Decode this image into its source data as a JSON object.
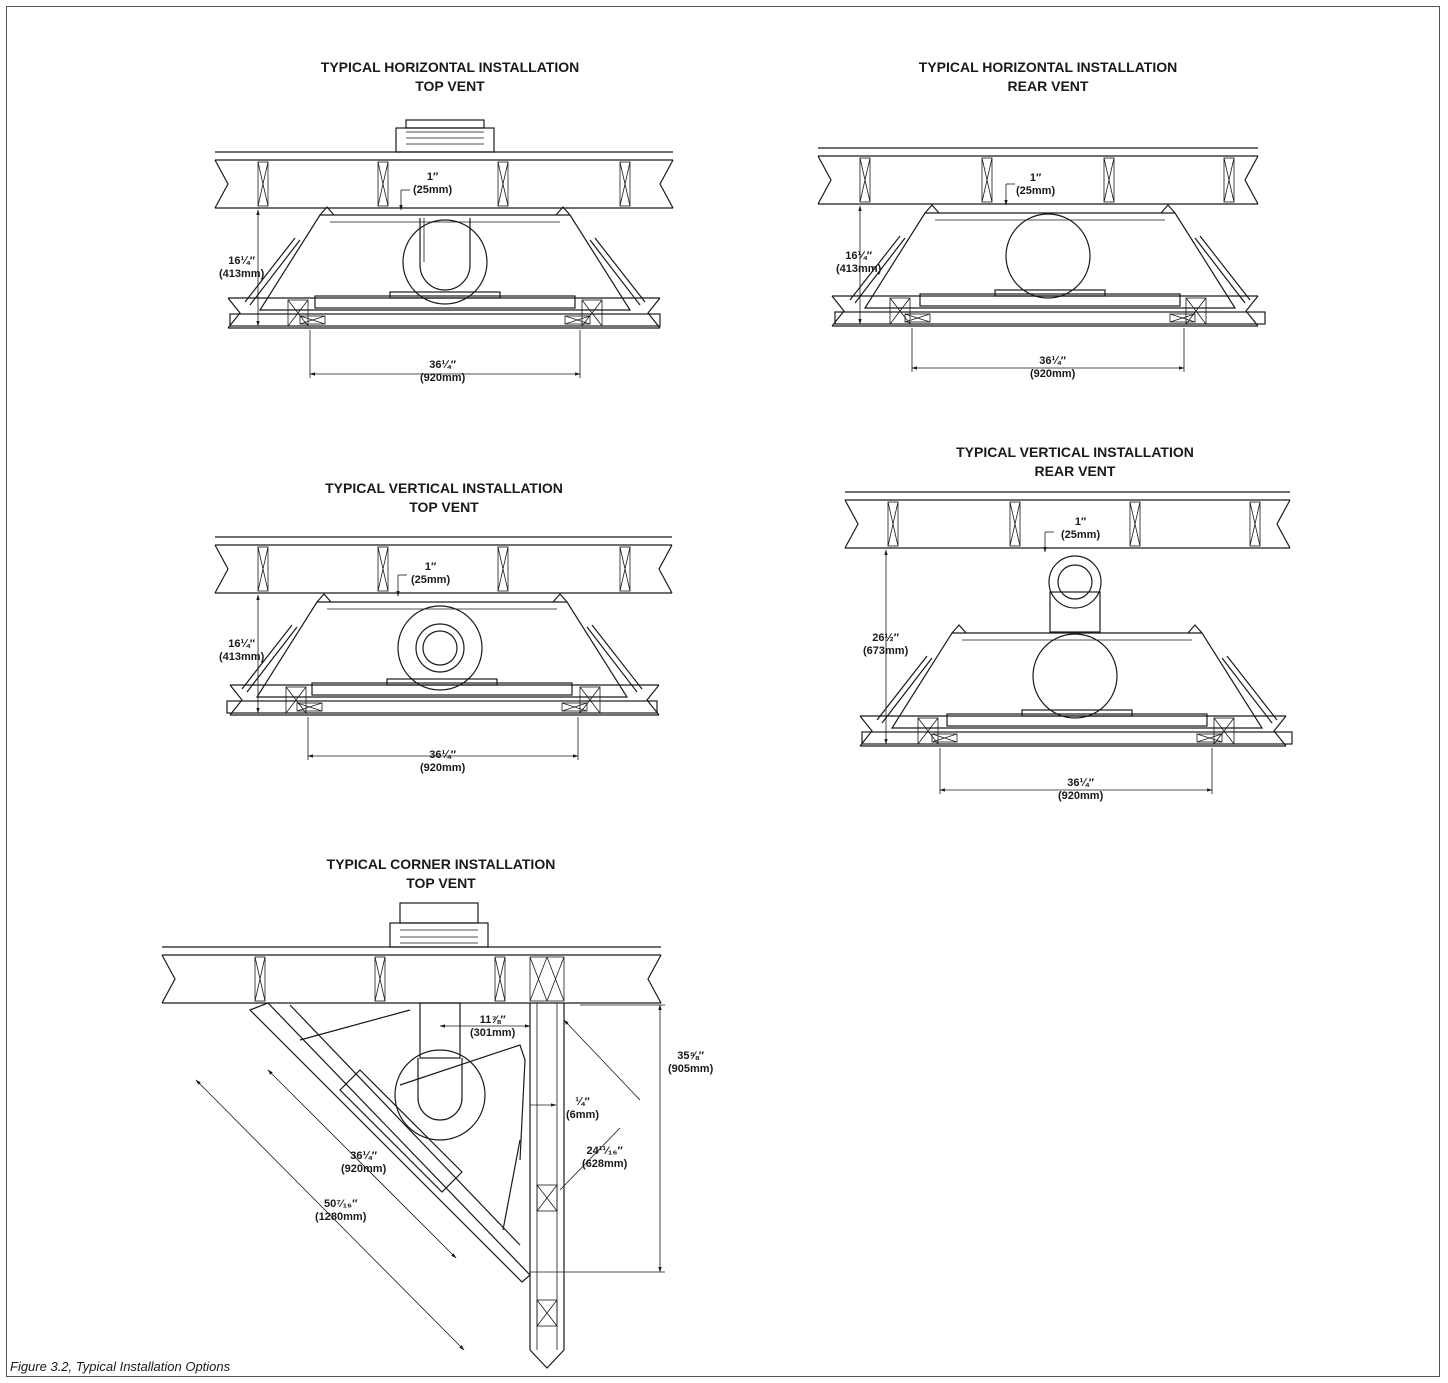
{
  "figure_caption": "Figure 3.2, Typical Installation Options",
  "diagrams": [
    {
      "id": "horizontal-top",
      "title_line1": "TYPICAL HORIZONTAL INSTALLATION",
      "title_line2": "TOP VENT",
      "clearance": "1″",
      "clearance_mm": "(25mm)",
      "height": "16¼″",
      "height_mm": "(413mm)",
      "width": "36¼″",
      "width_mm": "(920mm)"
    },
    {
      "id": "horizontal-rear",
      "title_line1": "TYPICAL HORIZONTAL INSTALLATION",
      "title_line2": "REAR VENT",
      "clearance": "1″",
      "clearance_mm": "(25mm)",
      "height": "16¼″",
      "height_mm": "(413mm)",
      "width": "36¼″",
      "width_mm": "(920mm)"
    },
    {
      "id": "vertical-top",
      "title_line1": "TYPICAL VERTICAL INSTALLATION",
      "title_line2": "TOP VENT",
      "clearance": "1″",
      "clearance_mm": "(25mm)",
      "height": "16¼″",
      "height_mm": "(413mm)",
      "width": "36¼″",
      "width_mm": "(920mm)"
    },
    {
      "id": "vertical-rear",
      "title_line1": "TYPICAL VERTICAL INSTALLATION",
      "title_line2": "REAR VENT",
      "clearance": "1″",
      "clearance_mm": "(25mm)",
      "height": "26½″",
      "height_mm": "(673mm)",
      "width": "36¼″",
      "width_mm": "(920mm)"
    }
  ],
  "corner": {
    "title_line1": "TYPICAL CORNER INSTALLATION",
    "title_line2": "TOP VENT",
    "offset": "11⅞″",
    "offset_mm": "(301mm)",
    "height": "35⅝″",
    "height_mm": "(905mm)",
    "gap": "¼″",
    "gap_mm": "(6mm)",
    "side": "24¹¹⁄₁₆″",
    "side_mm": "(628mm)",
    "width": "36¼″",
    "width_mm": "(920mm)",
    "diagonal": "50⁷⁄₁₆″",
    "diagonal_mm": "(1280mm)"
  }
}
